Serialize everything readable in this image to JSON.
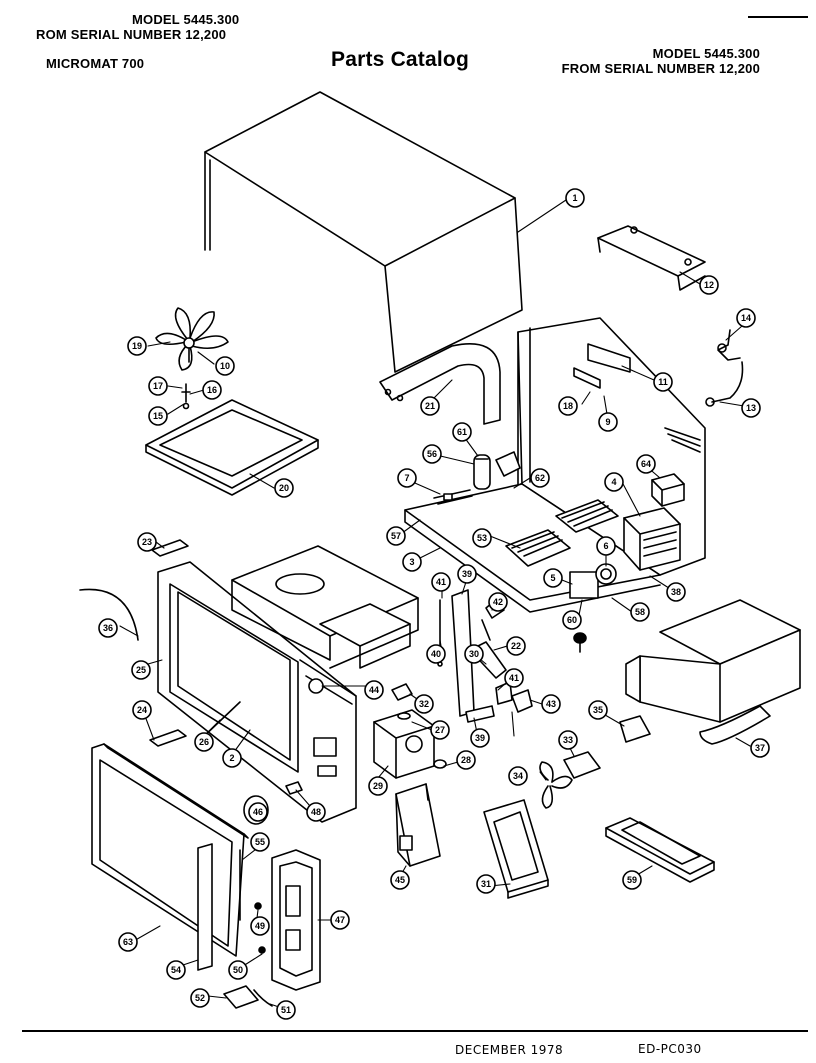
{
  "header_left": {
    "model": "MODEL 5445.300",
    "serial": "ROM SERIAL NUMBER 12,200",
    "product": "MICROMAT 700"
  },
  "header_center": {
    "title": "Parts Catalog"
  },
  "header_right": {
    "model": "MODEL 5445.300",
    "serial": "FROM SERIAL NUMBER 12,200"
  },
  "footer": {
    "date": "DECEMBER 1978",
    "code": "ED-PC030"
  },
  "callouts": [
    "1",
    "12",
    "14",
    "11",
    "18",
    "9",
    "13",
    "19",
    "10",
    "17",
    "16",
    "15",
    "20",
    "21",
    "61",
    "56",
    "62",
    "64",
    "7",
    "57",
    "53",
    "3",
    "4",
    "5",
    "6",
    "60",
    "58",
    "38",
    "23",
    "41",
    "39",
    "36",
    "42",
    "22",
    "25",
    "40",
    "41",
    "44",
    "32",
    "27",
    "24",
    "30",
    "43",
    "39",
    "35",
    "26",
    "2",
    "29",
    "28",
    "33",
    "37",
    "34",
    "46",
    "48",
    "45",
    "31",
    "59",
    "55",
    "47",
    "49",
    "63",
    "54",
    "50",
    "52",
    "51"
  ]
}
